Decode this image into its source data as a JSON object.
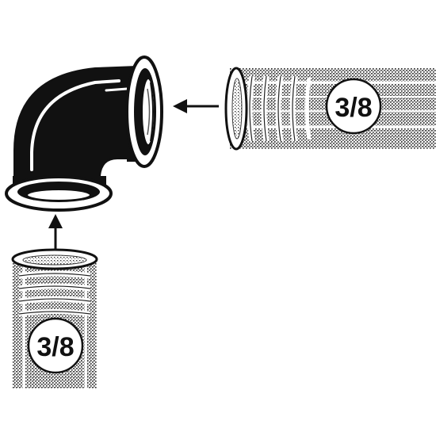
{
  "figure": {
    "components": [
      {
        "id": "elbow",
        "icon": "elbow-fitting-icon",
        "label": ""
      },
      {
        "id": "hose_right",
        "icon": "hose-icon",
        "label": "3/8"
      },
      {
        "id": "hose_bottom",
        "icon": "hose-icon",
        "label": "3/8"
      }
    ],
    "arrows": [
      {
        "from": "hose_right",
        "to": "elbow",
        "icon": "arrow-left-icon"
      },
      {
        "from": "hose_bottom",
        "to": "elbow",
        "icon": "arrow-up-icon"
      }
    ]
  },
  "colors": {
    "ink": "#111111",
    "paper": "#ffffff",
    "hose_texture": "#9a9a9a"
  }
}
